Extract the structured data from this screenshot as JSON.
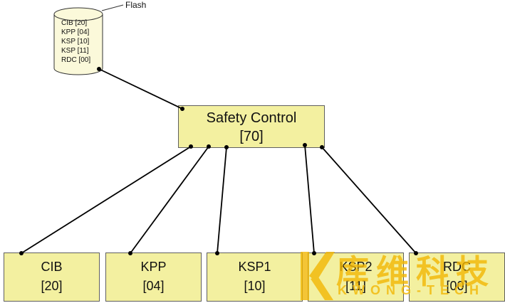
{
  "flash": {
    "label": "Flash",
    "items": [
      "CIB [20]",
      "KPP [04]",
      "KSP [10]",
      "KSP [11]",
      "RDC [00]"
    ]
  },
  "controller": {
    "name": "Safety Control",
    "id": "[70]"
  },
  "nodes": [
    {
      "name": "CIB",
      "id": "[20]"
    },
    {
      "name": "KPP",
      "id": "[04]"
    },
    {
      "name": "KSP1",
      "id": "[10]"
    },
    {
      "name": "KSP2",
      "id": "[11]"
    },
    {
      "name": "RDC",
      "id": "[00]"
    }
  ],
  "watermark": {
    "cn": "库维科技",
    "en": "KWONG-TECH"
  },
  "colors": {
    "node_fill": "#f3f0a0",
    "node_border": "#5f5f5f",
    "cylinder_fill": "#fbf9da",
    "line": "#000000",
    "watermark": "#f2b705"
  }
}
